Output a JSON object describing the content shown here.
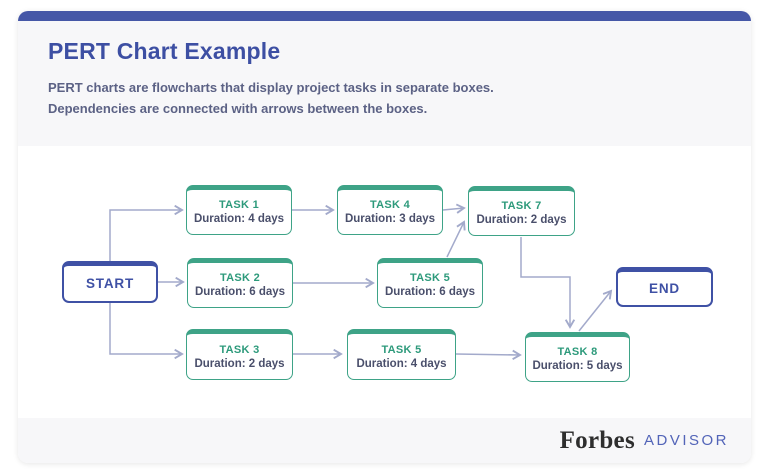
{
  "header": {
    "title": "PERT Chart Example",
    "subtitle_line1": "PERT charts are flowcharts that display project tasks in separate boxes.",
    "subtitle_line2": "Dependencies are connected with arrows between the boxes."
  },
  "chart": {
    "type": "pert-flowchart",
    "nodes": [
      {
        "id": "start",
        "label": "START",
        "duration": "",
        "kind": "terminal"
      },
      {
        "id": "task1",
        "label": "TASK 1",
        "duration": "Duration: 4 days",
        "kind": "task"
      },
      {
        "id": "task4",
        "label": "TASK 4",
        "duration": "Duration: 3 days",
        "kind": "task"
      },
      {
        "id": "task7",
        "label": "TASK 7",
        "duration": "Duration: 2 days",
        "kind": "task"
      },
      {
        "id": "task2",
        "label": "TASK 2",
        "duration": "Duration: 6 days",
        "kind": "task"
      },
      {
        "id": "task5-mid",
        "label": "TASK 5",
        "duration": "Duration: 6 days",
        "kind": "task"
      },
      {
        "id": "task3",
        "label": "TASK 3",
        "duration": "Duration: 2 days",
        "kind": "task"
      },
      {
        "id": "task5-bottom",
        "label": "TASK 5",
        "duration": "Duration: 4 days",
        "kind": "task"
      },
      {
        "id": "task8",
        "label": "TASK 8",
        "duration": "Duration: 5 days",
        "kind": "task"
      },
      {
        "id": "end",
        "label": "END",
        "duration": "",
        "kind": "terminal"
      }
    ],
    "edges": [
      [
        "start",
        "task1"
      ],
      [
        "start",
        "task2"
      ],
      [
        "start",
        "task3"
      ],
      [
        "task1",
        "task4"
      ],
      [
        "task4",
        "task7"
      ],
      [
        "task2",
        "task5-mid"
      ],
      [
        "task5-mid",
        "task7"
      ],
      [
        "task3",
        "task5-bottom"
      ],
      [
        "task5-bottom",
        "task8"
      ],
      [
        "task7",
        "task8"
      ],
      [
        "task8",
        "end"
      ]
    ]
  },
  "footer": {
    "brand": "Forbes",
    "sub_brand": "ADVISOR"
  },
  "colors": {
    "accent_indigo": "#3F51A5",
    "top_strip": "#4557A7",
    "task_green": "#3EA387",
    "connector": "#A3AACB",
    "panel_gray": "#F7F7F9",
    "body_text": "#5C6285"
  }
}
